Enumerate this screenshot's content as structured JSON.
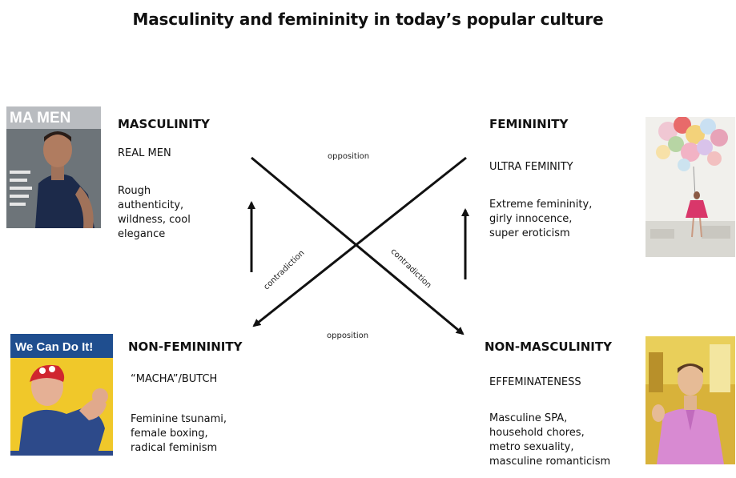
{
  "title": "Masculinity and femininity in today’s popular culture",
  "quadrants": {
    "masculinity": {
      "heading": "MASCULINITY",
      "subheading": "REAL MEN",
      "lines": [
        "Rough",
        "authenticity,",
        "wildness, cool",
        "elegance"
      ]
    },
    "femininity": {
      "heading": "FEMININITY",
      "subheading": "ULTRA FEMINITY",
      "lines": [
        "Extreme femininity,",
        "girly innocence,",
        "super eroticism"
      ]
    },
    "non_femininity": {
      "heading": "NON-FEMININITY",
      "subheading": "“MACHA”/BUTCH",
      "lines": [
        "Feminine tsunami,",
        "female boxing,",
        "radical feminism"
      ]
    },
    "non_masculinity": {
      "heading": "NON-MASCULINITY",
      "subheading": "EFFEMINATENESS",
      "lines": [
        "Masculine SPA,",
        "household chores,",
        "metro sexuality,",
        "masculine romanticism"
      ]
    }
  },
  "relations": {
    "opposition_top": "opposition",
    "opposition_bottom": "opposition",
    "contradiction_left": "contradiction",
    "contradiction_right": "contradiction"
  },
  "images": {
    "magazine_text": "MA  MEN",
    "poster_text": "We Can Do It!"
  }
}
